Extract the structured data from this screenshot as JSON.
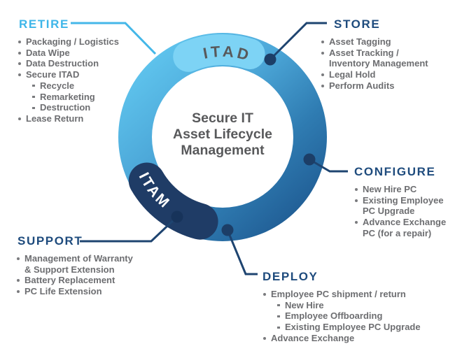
{
  "center": {
    "lines": [
      "Secure IT",
      "Asset Lifecycle",
      "Management"
    ]
  },
  "ring": {
    "top_label": "ITAD",
    "bottom_label": "ITAM",
    "colors": {
      "ring_light": "#62C9F1",
      "ring_dark": "#1E5890",
      "itad_highlight": "#7DD3F5",
      "itam_badge": "#1F3C66",
      "connector_dot": "#1C3E67",
      "retire_accent": "#3EB6E9",
      "navy_accent": "#1E4B7D",
      "body_text": "#6D6E71",
      "center_text": "#58595B"
    }
  },
  "sections": {
    "retire": {
      "label": "RETIRE",
      "items": [
        {
          "level": 1,
          "lines": [
            "Packaging / Logistics"
          ]
        },
        {
          "level": 1,
          "lines": [
            "Data Wipe"
          ]
        },
        {
          "level": 1,
          "lines": [
            "Data Destruction"
          ]
        },
        {
          "level": 1,
          "lines": [
            "Secure ITAD"
          ]
        },
        {
          "level": 2,
          "lines": [
            "Recycle"
          ]
        },
        {
          "level": 2,
          "lines": [
            "Remarketing"
          ]
        },
        {
          "level": 2,
          "lines": [
            "Destruction"
          ]
        },
        {
          "level": 1,
          "lines": [
            "Lease Return"
          ]
        }
      ]
    },
    "store": {
      "label": "STORE",
      "items": [
        {
          "level": 1,
          "lines": [
            "Asset Tagging"
          ]
        },
        {
          "level": 1,
          "lines": [
            "Asset Tracking /",
            "Inventory Management"
          ]
        },
        {
          "level": 1,
          "lines": [
            "Legal Hold"
          ]
        },
        {
          "level": 1,
          "lines": [
            "Perform Audits"
          ]
        }
      ]
    },
    "configure": {
      "label": "CONFIGURE",
      "items": [
        {
          "level": 1,
          "lines": [
            "New Hire PC"
          ]
        },
        {
          "level": 1,
          "lines": [
            "Existing Employee",
            "PC Upgrade"
          ]
        },
        {
          "level": 1,
          "lines": [
            "Advance Exchange",
            "PC (for a repair)"
          ]
        }
      ]
    },
    "deploy": {
      "label": "DEPLOY",
      "items": [
        {
          "level": 1,
          "lines": [
            "Employee PC shipment / return"
          ]
        },
        {
          "level": 2,
          "lines": [
            "New Hire"
          ]
        },
        {
          "level": 2,
          "lines": [
            "Employee Offboarding"
          ]
        },
        {
          "level": 2,
          "lines": [
            "Existing Employee PC Upgrade"
          ]
        },
        {
          "level": 1,
          "lines": [
            "Advance Exchange"
          ]
        }
      ]
    },
    "support": {
      "label": "SUPPORT",
      "items": [
        {
          "level": 1,
          "lines": [
            "Management of Warranty",
            "& Support Extension"
          ]
        },
        {
          "level": 1,
          "lines": [
            "Battery Replacement"
          ]
        },
        {
          "level": 1,
          "lines": [
            "PC Life Extension"
          ]
        }
      ]
    }
  }
}
